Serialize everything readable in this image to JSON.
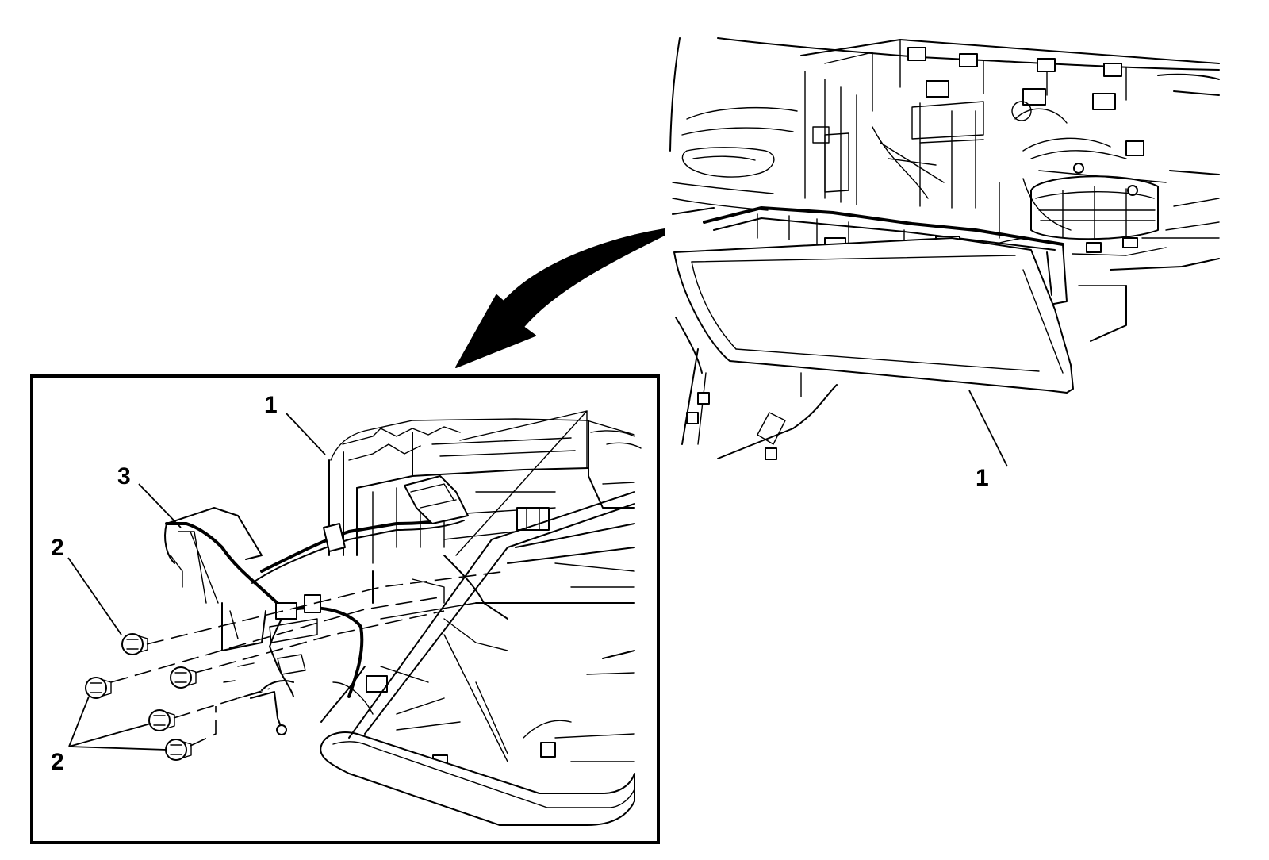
{
  "callouts": {
    "main_glove_box": "1",
    "detail_glove_box": "1",
    "detail_harness": "3",
    "detail_fastener_single": "2",
    "detail_fastener_group": "2"
  },
  "colors": {
    "line": "#000000",
    "background": "#ffffff"
  }
}
